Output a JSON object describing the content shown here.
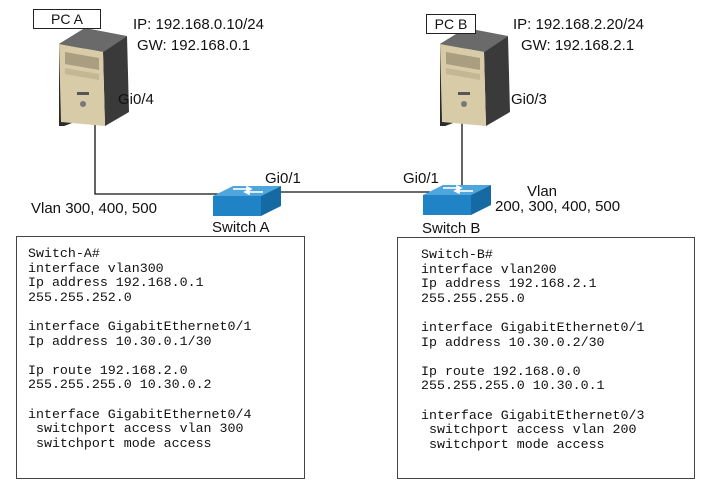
{
  "pcA": {
    "name": "PC A",
    "ip": "IP: 192.168.0.10/24",
    "gw": "GW: 192.168.0.1",
    "port": "Gi0/4"
  },
  "pcB": {
    "name": "PC B",
    "ip": "IP: 192.168.2.20/24",
    "gw": "GW: 192.168.2.1",
    "port": "Gi0/3"
  },
  "switchA": {
    "name": "Switch A",
    "uplink_port": "Gi0/1",
    "vlans": "Vlan 300, 400, 500"
  },
  "switchB": {
    "name": "Switch B",
    "uplink_port": "Gi0/1",
    "vlan_label": "Vlan",
    "vlans": "200, 300, 400, 500"
  },
  "configA": [
    "Switch-A#",
    "interface vlan300",
    "Ip address 192.168.0.1",
    "255.255.252.0",
    "",
    "interface GigabitEthernet0/1",
    "Ip address 10.30.0.1/30",
    "",
    "Ip route 192.168.2.0",
    "255.255.255.0 10.30.0.2",
    "",
    "interface GigabitEthernet0/4",
    " switchport access vlan 300",
    " switchport mode access"
  ],
  "configB": [
    "Switch-B#",
    "interface vlan200",
    "Ip address 192.168.2.1",
    "255.255.255.0",
    "",
    "interface GigabitEthernet0/1",
    "Ip address 10.30.0.2/30",
    "",
    "Ip route 192.168.0.0",
    "255.255.255.0 10.30.0.1",
    "",
    "interface GigabitEthernet0/3",
    " switchport access vlan 200",
    " switchport mode access"
  ]
}
